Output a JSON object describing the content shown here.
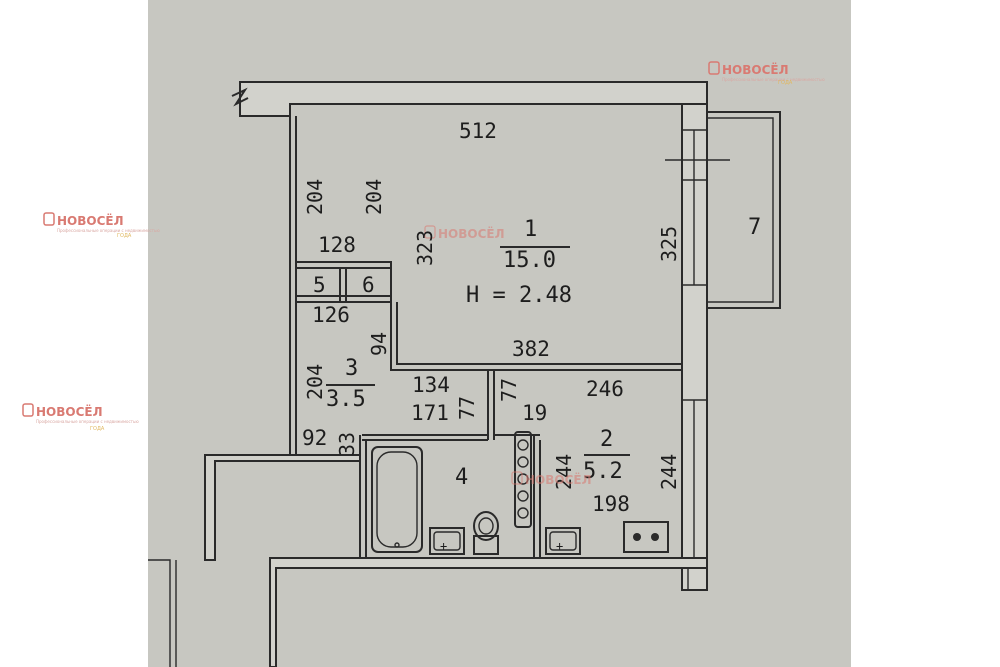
{
  "plan": {
    "rooms": [
      {
        "number": "1",
        "area": "15.0"
      },
      {
        "number": "2",
        "area": "5.2"
      },
      {
        "number": "3",
        "area": "3.5"
      },
      {
        "number": "4"
      },
      {
        "number": "5"
      },
      {
        "number": "6"
      },
      {
        "number": "7"
      }
    ],
    "ceiling_height": "H = 2.48",
    "dimensions": {
      "top_width": "512",
      "left_upper_a": "204",
      "left_upper_b": "204",
      "room1_left": "323",
      "room1_right": "325",
      "closet_width": "128",
      "closet_bottom": "126",
      "step_94": "94",
      "room1_bottom": "382",
      "left_lower": "204",
      "hall_134": "134",
      "hall_171": "171",
      "vert_77a": "77",
      "vert_77b": "77",
      "kitchen_width": "246",
      "small_19": "19",
      "hall_92": "92",
      "hall_33": "33",
      "bath_244": "244",
      "kitchen_244": "244",
      "kitchen_198": "198"
    }
  },
  "watermark": {
    "brand": "НОВОСЁЛ",
    "tagline": "Профессиональные операции с недвижимостью",
    "badge": "ГОДА"
  }
}
